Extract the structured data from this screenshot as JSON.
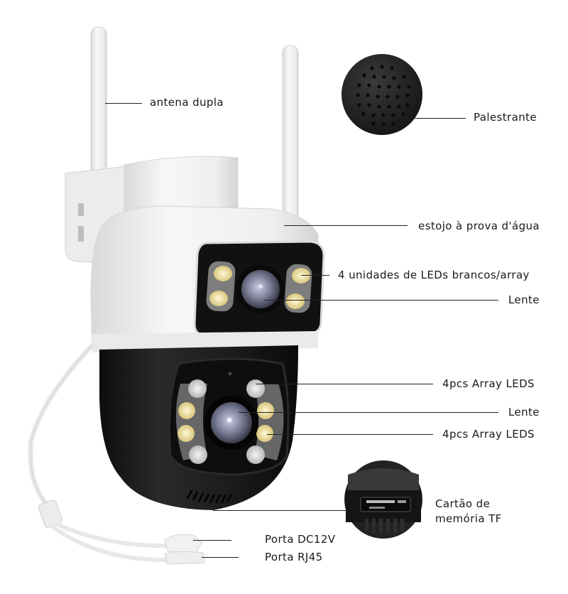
{
  "image": {
    "subject": "Dual-lens PTZ security camera (white top, black bottom) with labeled features"
  },
  "labels": {
    "antenna": "antena dupla",
    "speaker": "Palestrante",
    "waterproof_case": "estojo à prova d'água",
    "white_leds": "4 unidades de LEDs brancos/array",
    "lens_top": "Lente",
    "array_leds_top": "4pcs Array LEDS",
    "lens_bottom": "Lente",
    "array_leds_bottom": "4pcs Array LEDS",
    "tf_card_line1": "Cartão de",
    "tf_card_line2": "memória TF",
    "dc_port": "Porta DC12V",
    "rj45_port": "Porta RJ45"
  },
  "colors": {
    "body_white": "#f2f2f2",
    "body_black": "#161616",
    "led_warm": "#efe2a8",
    "led_white": "#dcdcdc",
    "lens": "#8a8fa8",
    "text": "#1a1a1a"
  }
}
